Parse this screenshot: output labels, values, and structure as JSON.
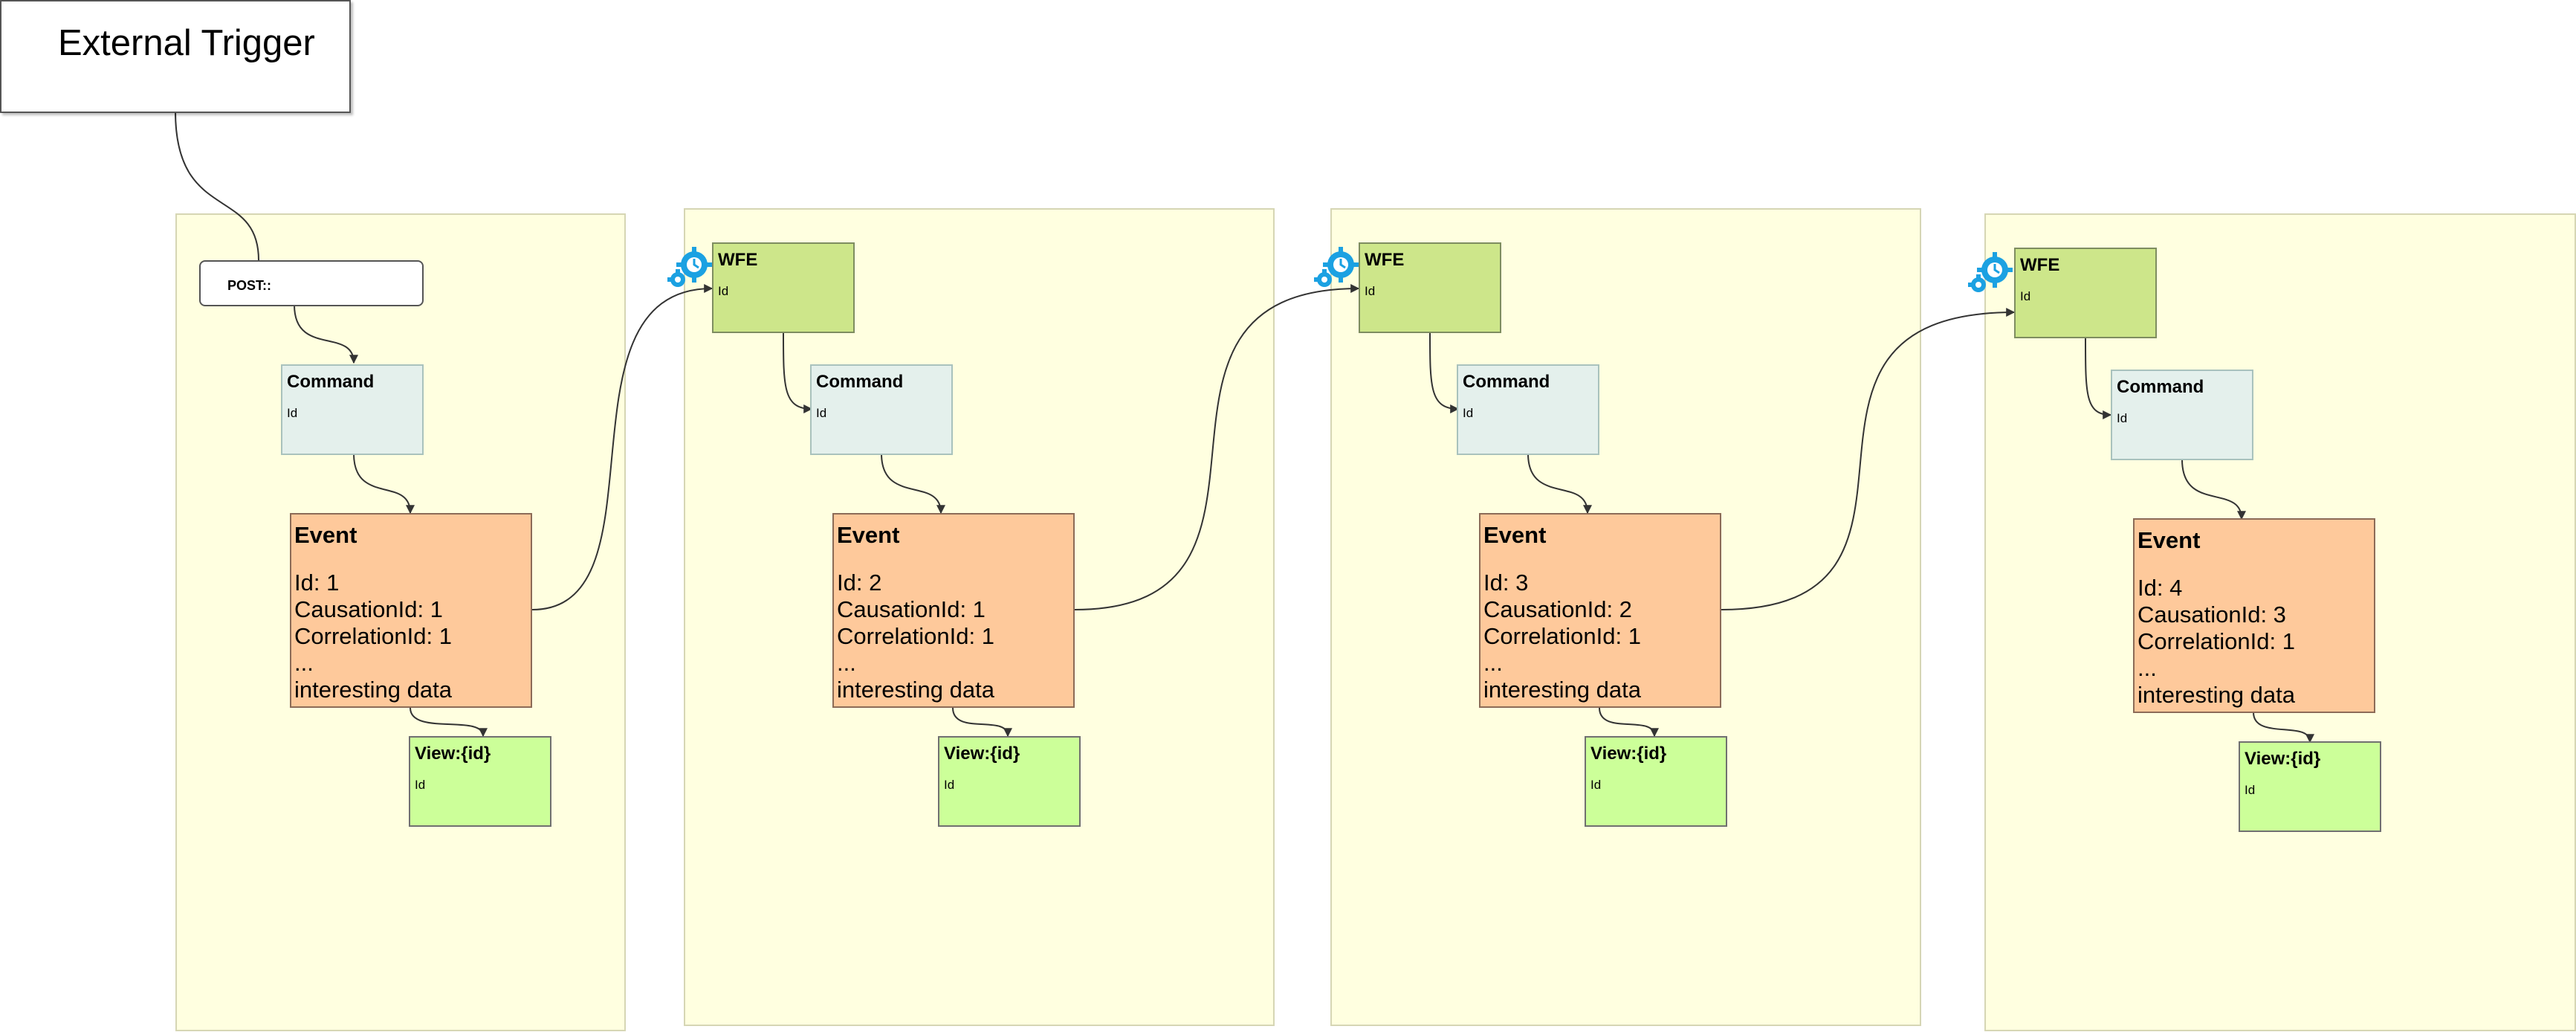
{
  "trigger": {
    "title": "External Trigger"
  },
  "post": {
    "label": "POST::"
  },
  "lanes": [
    {
      "has_wfe": false,
      "command": {
        "title": "Command",
        "field": "Id"
      },
      "event": {
        "title": "Event",
        "id": "Id: 1",
        "causation": "CausationId: 1",
        "correlation": "CorrelationId: 1",
        "ellipsis": "...",
        "data": "interesting data"
      },
      "view": {
        "title": "View:{id}",
        "field": "Id"
      }
    },
    {
      "has_wfe": true,
      "wfe": {
        "title": "WFE",
        "field": "Id",
        "icon": "workflow-gear-icon"
      },
      "command": {
        "title": "Command",
        "field": "Id"
      },
      "event": {
        "title": "Event",
        "id": "Id: 2",
        "causation": "CausationId: 1",
        "correlation": "CorrelationId: 1",
        "ellipsis": "...",
        "data": "interesting data"
      },
      "view": {
        "title": "View:{id}",
        "field": "Id"
      }
    },
    {
      "has_wfe": true,
      "wfe": {
        "title": "WFE",
        "field": "Id",
        "icon": "workflow-gear-icon"
      },
      "command": {
        "title": "Command",
        "field": "Id"
      },
      "event": {
        "title": "Event",
        "id": "Id: 3",
        "causation": "CausationId: 2",
        "correlation": "CorrelationId: 1",
        "ellipsis": "...",
        "data": "interesting data"
      },
      "view": {
        "title": "View:{id}",
        "field": "Id"
      }
    },
    {
      "has_wfe": true,
      "wfe": {
        "title": "WFE",
        "field": "Id",
        "icon": "workflow-gear-icon"
      },
      "command": {
        "title": "Command",
        "field": "Id"
      },
      "event": {
        "title": "Event",
        "id": "Id: 4",
        "causation": "CausationId: 3",
        "correlation": "CorrelationId: 1",
        "ellipsis": "...",
        "data": "interesting data"
      },
      "view": {
        "title": "View:{id}",
        "field": "Id"
      }
    }
  ],
  "colors": {
    "lane": "#ffffe0",
    "wfe": "#cde68a",
    "command": "#e4f0ec",
    "event": "#fec99b",
    "view": "#ccff99",
    "gear": "#1ba1e2"
  }
}
